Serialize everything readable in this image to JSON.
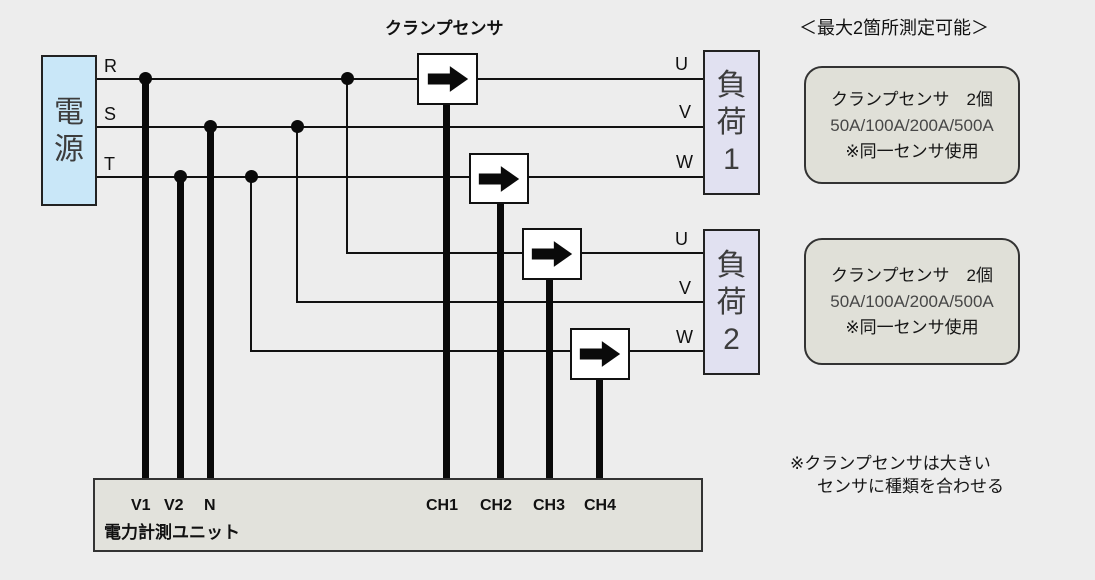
{
  "header": {
    "clamp_sensor_label": "クランプセンサ",
    "max_measure_note": "＜最大2箇所測定可能＞"
  },
  "power_source": {
    "label": "電源"
  },
  "phases": {
    "r": "R",
    "s": "S",
    "t": "T"
  },
  "loads": [
    {
      "name": "負荷1",
      "terminals": [
        "U",
        "V",
        "W"
      ]
    },
    {
      "name": "負荷2",
      "terminals": [
        "U",
        "V",
        "W"
      ]
    }
  ],
  "sensor_notes": [
    {
      "line1": "クランプセンサ　2個",
      "line2": "50A/100A/200A/500A",
      "line3": "※同一センサ使用"
    },
    {
      "line1": "クランプセンサ　2個",
      "line2": "50A/100A/200A/500A",
      "line3": "※同一センサ使用"
    }
  ],
  "measurement_unit": {
    "label": "電力計測ユニット",
    "voltage_terminals": [
      "V1",
      "V2",
      "N"
    ],
    "current_channels": [
      "CH1",
      "CH2",
      "CH3",
      "CH4"
    ]
  },
  "footnote": {
    "line1": "※クランプセンサは大きい",
    "line2": "センサに種類を合わせる"
  },
  "colors": {
    "background": "#ededed",
    "power_box_fill": "#c9e7f8",
    "load_box_fill": "#e1e1f1",
    "note_box_fill": "#e0e0d8",
    "unit_box_fill": "#e2e2dc",
    "line": "#0a0a0a"
  }
}
